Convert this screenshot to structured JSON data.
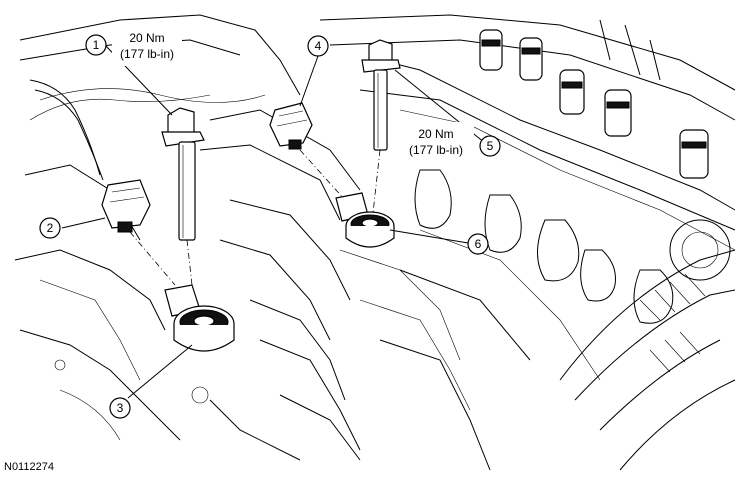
{
  "figure_id": "N0112274",
  "callouts": [
    {
      "id": "1",
      "number": "1"
    },
    {
      "id": "2",
      "number": "2"
    },
    {
      "id": "3",
      "number": "3"
    },
    {
      "id": "4",
      "number": "4"
    },
    {
      "id": "5",
      "number": "5"
    },
    {
      "id": "6",
      "number": "6"
    }
  ],
  "torque_specs": [
    {
      "for": "1",
      "line1": "20 Nm",
      "line2": "(177 lb-in)"
    },
    {
      "for": "5",
      "line1": "20 Nm",
      "line2": "(177 lb-in)"
    }
  ]
}
